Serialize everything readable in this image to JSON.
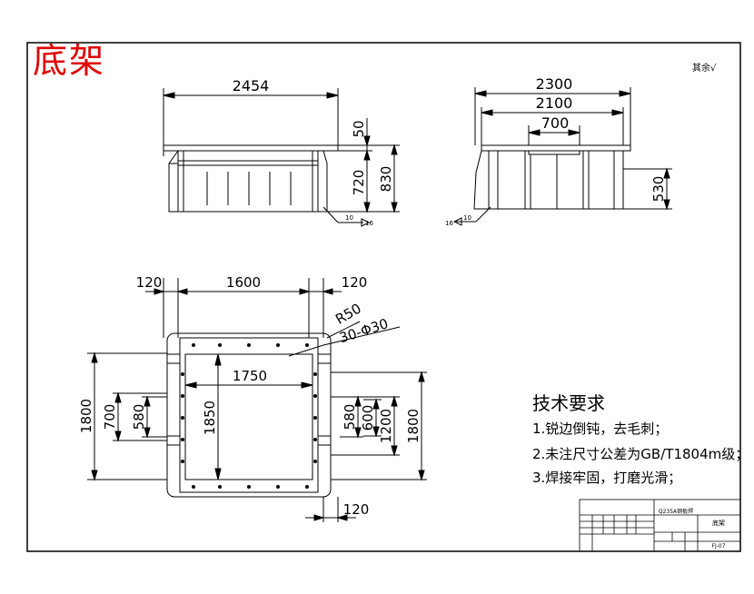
{
  "title": "底架",
  "surface_note": "其余",
  "technical_requirements": {
    "heading": "技术要求",
    "items": [
      "1.锐边倒钝，去毛刺；",
      "2.未注尺寸公差为GB/T1804m级；",
      "3.焊接牢固，打磨光滑；"
    ]
  },
  "front_view": {
    "overall_length": "2454",
    "top_offset": "50",
    "frame_height": "720",
    "total_height": "830",
    "weld_symbol": "10",
    "weld_count": "16"
  },
  "side_view": {
    "overall_width": "2300",
    "inner_width": "2100",
    "center_span": "700",
    "support_height": "530",
    "weld_symbol": "10",
    "weld_count": "16"
  },
  "plan_view": {
    "left_flange": "120",
    "center_length": "1600",
    "right_flange": "120",
    "corner_radius": "R50",
    "hole_callout": "30-Φ30",
    "inner_length": "1750",
    "left_height_outer": "1800",
    "left_spacing_700": "700",
    "left_spacing_580": "580",
    "inner_height": "1850",
    "right_spacing_580": "580",
    "right_spacing_600": "600",
    "right_spacing_1200": "1200",
    "right_height_outer": "1800",
    "bottom_flange": "120"
  },
  "title_block": {
    "material": "Q235A钢板焊",
    "part_name": "底架",
    "drawing_number": "FJ-07"
  }
}
